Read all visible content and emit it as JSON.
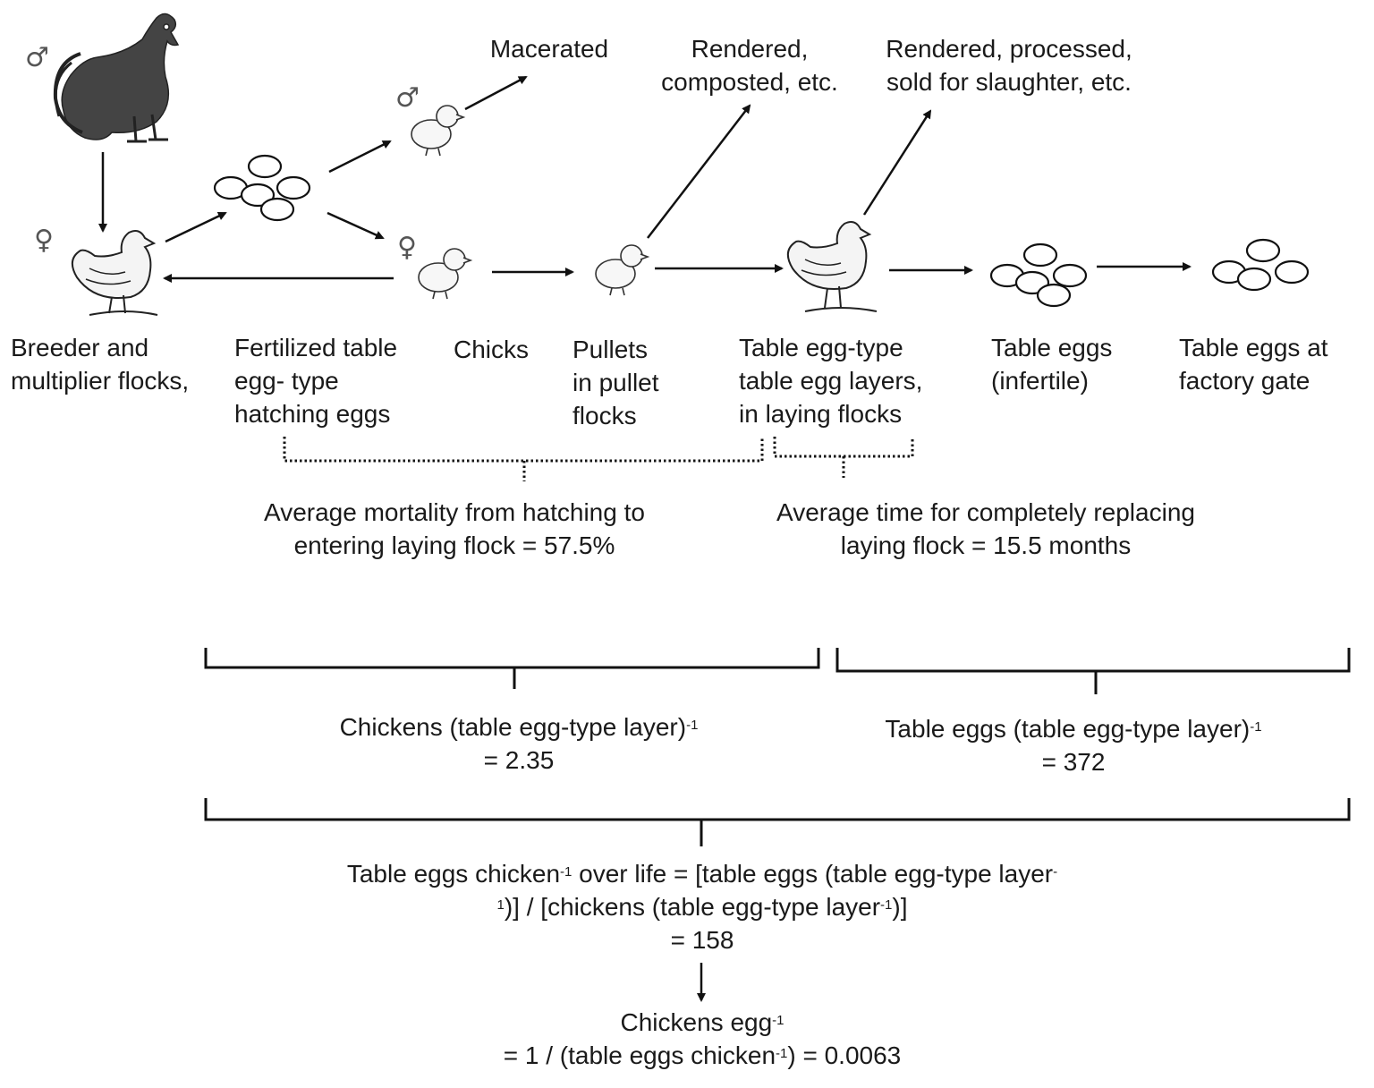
{
  "symbols": {
    "male": "♂",
    "female": "♀"
  },
  "outcomes": {
    "macerated": "Macerated",
    "rendered_composted": [
      "Rendered,",
      "composted, etc."
    ],
    "rendered_processed": [
      "Rendered, processed,",
      "sold for slaughter, etc."
    ]
  },
  "stages": {
    "breeder": [
      "Breeder and",
      "multiplier flocks,"
    ],
    "fertilized": [
      "Fertilized table",
      "egg- type",
      "hatching eggs"
    ],
    "chicks": [
      "Chicks"
    ],
    "pullets": [
      "Pullets",
      "in pullet",
      "flocks"
    ],
    "layers": [
      "Table egg-type",
      "table egg layers,",
      "in laying flocks"
    ],
    "table_eggs": [
      "Table eggs",
      "(infertile)"
    ],
    "factory_eggs": [
      "Table eggs at",
      "factory gate"
    ]
  },
  "stats": {
    "mortality": [
      "Average mortality from hatching to",
      "entering laying flock = 57.5%"
    ],
    "replacement": [
      "Average time for completely replacing",
      "laying flock = 15.5 months"
    ]
  },
  "equations": {
    "chickens_per_layer": {
      "text": "Chickens (table egg-type layer)",
      "sup": "-1",
      "value": "= 2.35"
    },
    "eggs_per_layer": {
      "text": "Table eggs (table egg-type layer)",
      "sup": "-1",
      "value": "= 372"
    },
    "eggs_per_chicken": {
      "line1a": "Table eggs chicken",
      "line1a_sup": "-1",
      "line1b": " over life = [table eggs (table egg-type layer",
      "line1b_sup": "-",
      "line2a_sup": "1",
      "line2b": ")] / [chickens (table egg-type layer",
      "line2b_sup": "-1",
      "line2c": ")]",
      "value": "= 158"
    },
    "chickens_per_egg": {
      "text": "Chickens egg",
      "sup": "-1",
      "value_a": "= 1 / (table eggs chicken",
      "value_sup": "-1",
      "value_b": ") = 0.0063"
    }
  }
}
